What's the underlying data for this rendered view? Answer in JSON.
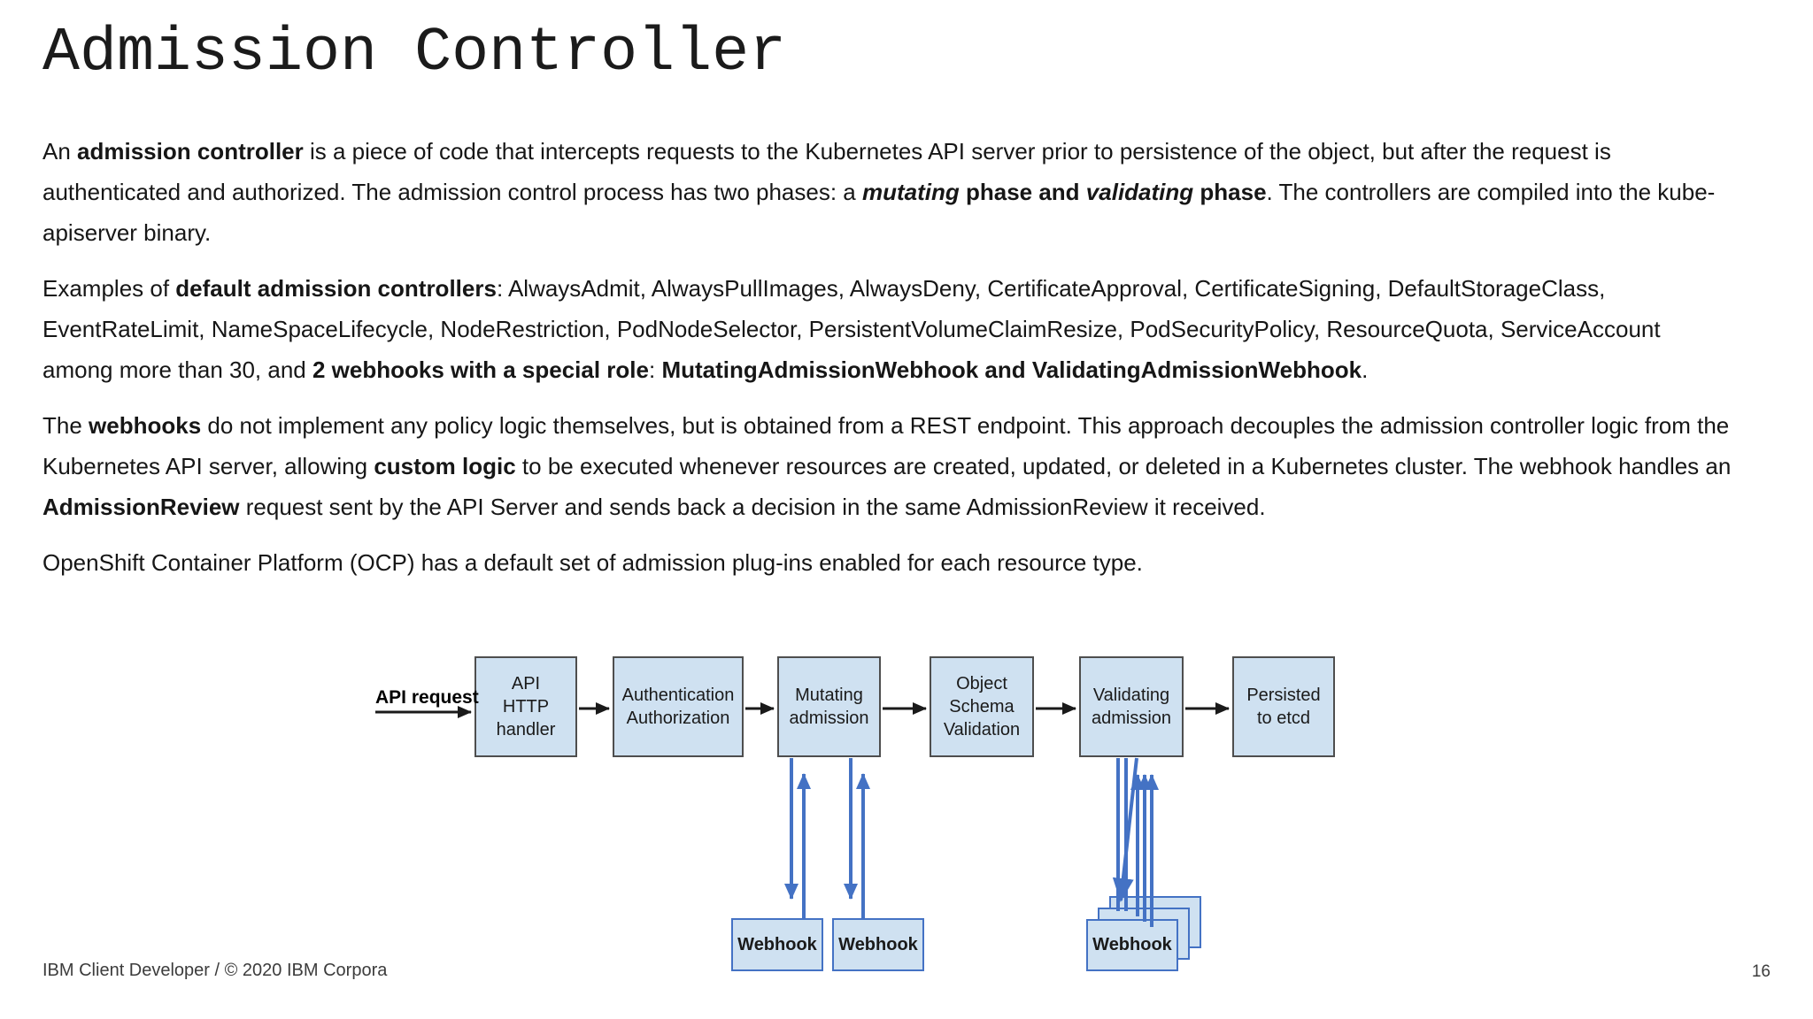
{
  "title": "Admission Controller",
  "paragraphs": [
    {
      "runs": [
        {
          "t": "An "
        },
        {
          "t": "admission controller",
          "s": "b"
        },
        {
          "t": " is a piece of code that intercepts requests to the Kubernetes API server prior to persistence of the object, but after the request is authenticated and authorized. The admission control process has two phases: a "
        },
        {
          "t": "mutating",
          "s": "bi"
        },
        {
          "t": " phase and ",
          "s": "b"
        },
        {
          "t": "validating",
          "s": "bi"
        },
        {
          "t": " phase",
          "s": "b"
        },
        {
          "t": ". The controllers are compiled into the kube-apiserver binary."
        }
      ]
    },
    {
      "runs": [
        {
          "t": "Examples of "
        },
        {
          "t": "default admission controllers",
          "s": "b"
        },
        {
          "t": ": AlwaysAdmit, AlwaysPullImages, AlwaysDeny, CertificateApproval, CertificateSigning, DefaultStorageClass, EventRateLimit, NameSpaceLifecycle, NodeRestriction, PodNodeSelector, PersistentVolumeClaimResize, PodSecurityPolicy, ResourceQuota, ServiceAccount among more than 30, and "
        },
        {
          "t": "2 webhooks with a special role",
          "s": "b"
        },
        {
          "t": ": "
        },
        {
          "t": "MutatingAdmissionWebhook and ValidatingAdmissionWebhook",
          "s": "b"
        },
        {
          "t": "."
        }
      ]
    },
    {
      "runs": [
        {
          "t": "The "
        },
        {
          "t": "webhooks",
          "s": "b"
        },
        {
          "t": " do not implement any policy logic themselves, but is obtained from a REST endpoint. This approach decouples the admission controller logic from the Kubernetes API server, allowing "
        },
        {
          "t": "custom logic",
          "s": "b"
        },
        {
          "t": " to be executed whenever resources are created, updated, or deleted in a Kubernetes cluster. The webhook handles an "
        },
        {
          "t": "AdmissionReview",
          "s": "b"
        },
        {
          "t": " request sent by the API Server and sends back a decision in the same AdmissionReview it received."
        }
      ]
    },
    {
      "runs": [
        {
          "t": "OpenShift Container Platform (OCP) has a default set of admission plug-ins enabled for each resource type."
        }
      ]
    }
  ],
  "diagram": {
    "api_request_label": "API request",
    "boxes": [
      {
        "label": "API\nHTTP\nhandler"
      },
      {
        "label": "Authentication\nAuthorization"
      },
      {
        "label": "Mutating\nadmission"
      },
      {
        "label": "Object\nSchema\nValidation"
      },
      {
        "label": "Validating\nadmission"
      },
      {
        "label": "Persisted\nto etcd"
      }
    ],
    "webhooks": [
      {
        "label": "Webhook"
      },
      {
        "label": "Webhook"
      },
      {
        "label": "Webhook"
      }
    ]
  },
  "footer": {
    "left": "IBM Client Developer / © 2020 IBM Corpora",
    "page_number": "16"
  },
  "colors": {
    "box_fill": "#cfe1f1",
    "box_border_dark": "#4e4e4e",
    "webhook_border": "#4472c4",
    "arrow_blue": "#4472c4",
    "arrow_black": "#1a1a1a",
    "text": "#161616",
    "footer_text": "#3c3c3c"
  }
}
